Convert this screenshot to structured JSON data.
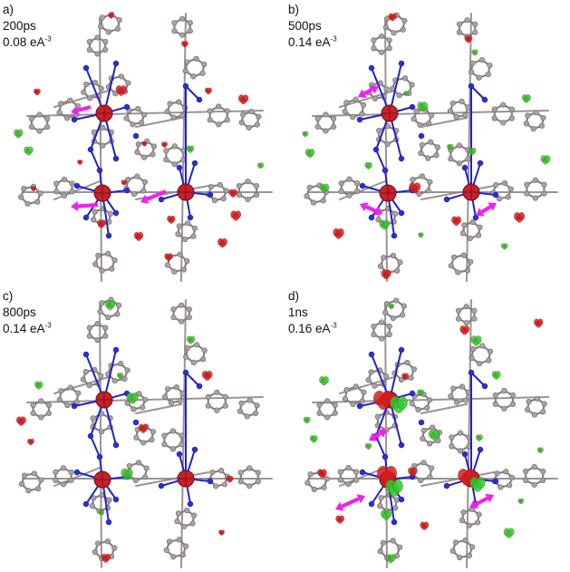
{
  "panels": [
    {
      "id": "a",
      "letter": "a)",
      "time": "200ps",
      "iso": "0.08 eA",
      "iso_exp": "-3",
      "arrow_mode": "paired"
    },
    {
      "id": "b",
      "letter": "b)",
      "time": "500ps",
      "iso": "0.14 eA",
      "iso_exp": "-3",
      "arrow_mode": "double"
    },
    {
      "id": "c",
      "letter": "c)",
      "time": "800ps",
      "iso": "0.14 eA",
      "iso_exp": "-3",
      "arrow_mode": "none"
    },
    {
      "id": "d",
      "letter": "d)",
      "time": "1ns",
      "iso": "0.16 eA",
      "iso_exp": "-3",
      "arrow_mode": "double-large"
    }
  ],
  "colors": {
    "bond": "#8a8182",
    "bond_dark": "#6d6567",
    "atom": "#a7a2a3",
    "nitrogen_bond": "#2222cc",
    "nitrogen_atom": "#2b2fd0",
    "metal": "#c8202a",
    "density_positive": "#2ecc2e",
    "density_negative": "#d21f1f",
    "arrow": "#ee22ee"
  }
}
